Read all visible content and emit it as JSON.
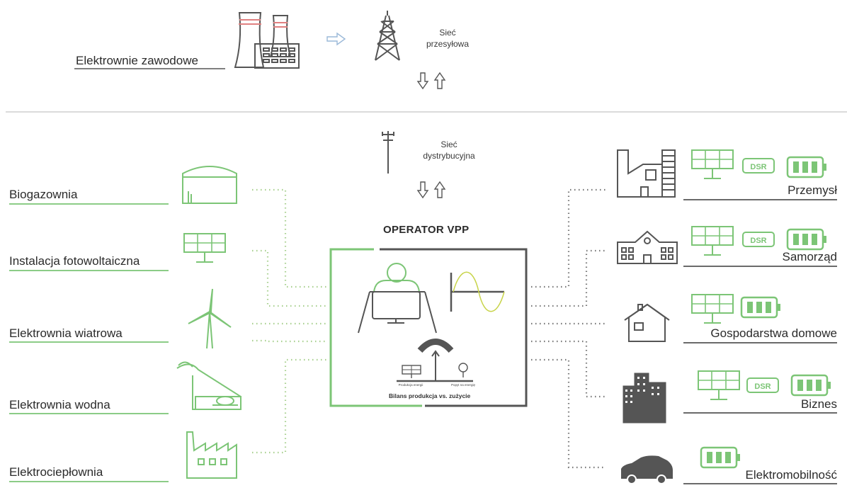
{
  "top": {
    "plants_label": "Elektrownie zawodowe",
    "transmission_label_1": "Sieć",
    "transmission_label_2": "przesyłowa"
  },
  "distribution": {
    "label_1": "Sieć",
    "label_2": "dystrybucyjna"
  },
  "operator": {
    "title": "OPERATOR VPP",
    "caption": "Bilans produkcja vs. zużycie",
    "production_small": "Produkcja energii",
    "consumption_small": "Popyt na energię"
  },
  "sources": [
    {
      "label": "Biogazownia",
      "icon": "biogas-plant-icon"
    },
    {
      "label": "Instalacja fotowoltaiczna",
      "icon": "solar-panel-icon"
    },
    {
      "label": "Elektrownia wiatrowa",
      "icon": "wind-turbine-icon"
    },
    {
      "label": "Elektrownia wodna",
      "icon": "hydro-plant-icon"
    },
    {
      "label": "Elektrociepłownia",
      "icon": "chp-plant-icon"
    }
  ],
  "consumers": [
    {
      "label": "Przemysł",
      "icon": "factory-icon",
      "dsr": "DSR"
    },
    {
      "label": "Samorząd",
      "icon": "school-building-icon",
      "dsr": "DSR"
    },
    {
      "label": "Gospodarstwa domowe",
      "icon": "house-icon"
    },
    {
      "label": "Biznes",
      "icon": "office-buildings-icon",
      "dsr": "DSR"
    },
    {
      "label": "Elektromobilność",
      "icon": "car-icon"
    }
  ],
  "colors": {
    "green": "#7cc576",
    "dark": "#4a4a4a",
    "gray": "#9a9a9a"
  }
}
